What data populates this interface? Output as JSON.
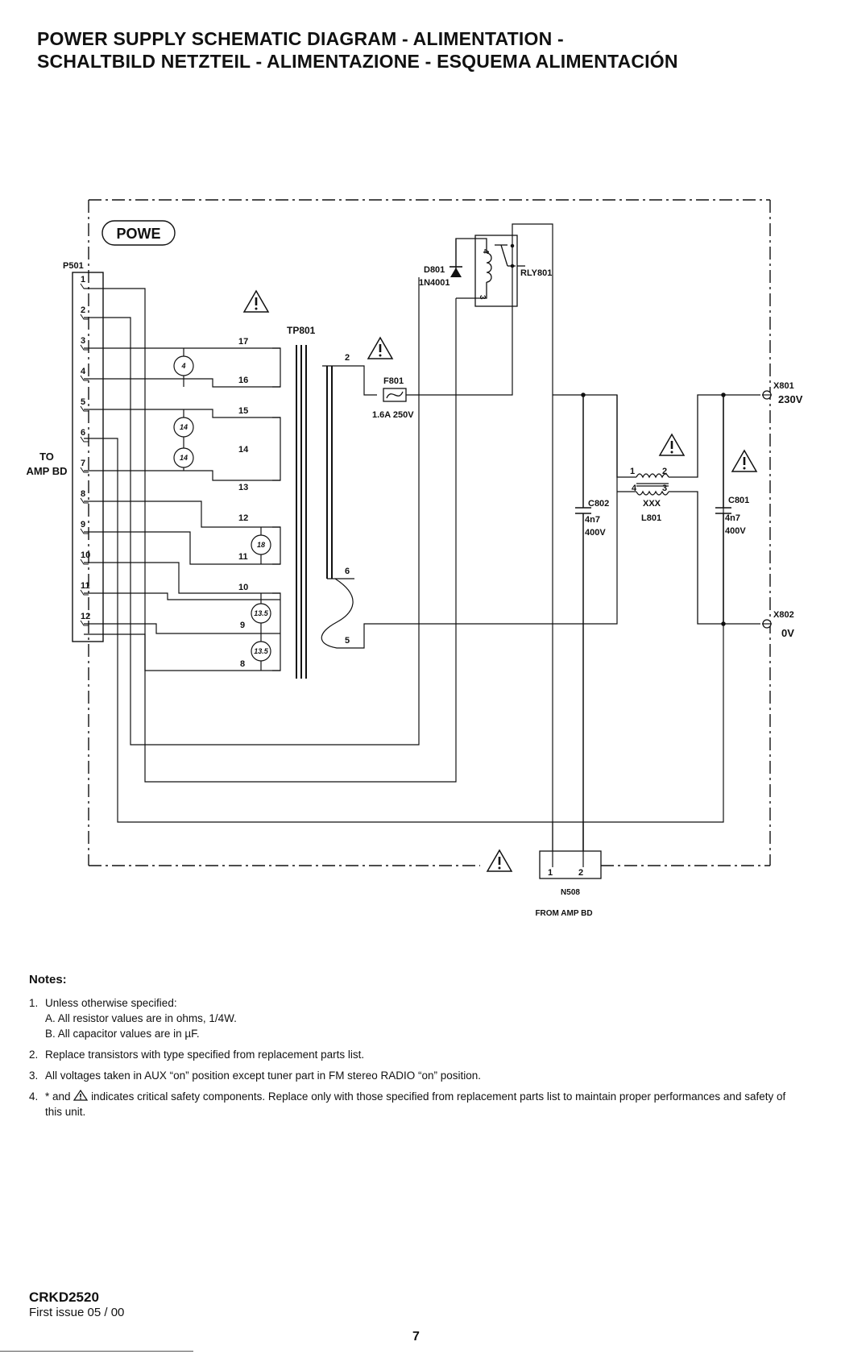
{
  "title_line1": "POWER SUPPLY SCHEMATIC DIAGRAM - ALIMENTATION -",
  "title_line2": "SCHALTBILD NETZTEIL - ALIMENTAZIONE - ESQUEMA ALIMENTACIÓN",
  "board_label": "POWE",
  "connector_p501": {
    "ref": "P501",
    "pins": [
      "1",
      "2",
      "3",
      "4",
      "5",
      "6",
      "7",
      "8",
      "9",
      "10",
      "11",
      "12"
    ],
    "destination_line1": "TO",
    "destination_line2": "AMP BD"
  },
  "transformer": {
    "ref": "TP801",
    "secondary_pins": [
      "17",
      "16",
      "15",
      "14",
      "13",
      "12",
      "11",
      "10",
      "9",
      "8"
    ],
    "primary_pins": [
      "2",
      "6",
      "5"
    ]
  },
  "secondary_voltages": [
    "4",
    "14",
    "14",
    "18",
    "13.5",
    "13.5"
  ],
  "diode": {
    "ref": "D801",
    "part": "1N4001"
  },
  "relay": {
    "ref": "RLY801",
    "pins": [
      "4",
      "3"
    ]
  },
  "fuse": {
    "ref": "F801",
    "rating": "1.6A 250V"
  },
  "capacitor_c802": {
    "ref": "C802",
    "value": "4n7",
    "voltage": "400V"
  },
  "capacitor_c801": {
    "ref": "C801",
    "value": "4n7",
    "voltage": "400V"
  },
  "inductor_l801": {
    "ref": "L801",
    "value": "XXX",
    "pins": [
      "1",
      "2",
      "3",
      "4"
    ]
  },
  "mains_x801": {
    "ref": "X801",
    "voltage": "230V"
  },
  "mains_x802": {
    "ref": "X802",
    "voltage": "0V"
  },
  "connector_n508": {
    "ref": "N508",
    "pins": [
      "1",
      "2"
    ],
    "source": "FROM AMP BD"
  },
  "notes": {
    "title": "Notes:",
    "items": [
      {
        "num": "1.",
        "text": "Unless otherwise specified:",
        "sub_a": "A. All resistor values are in ohms, 1/4W.",
        "sub_b": "B. All capacitor values are in µF."
      },
      {
        "num": "2.",
        "text": "Replace transistors with type specified from replacement parts list."
      },
      {
        "num": "3.",
        "text": "All voltages taken in AUX “on” position except tuner part in FM stereo RADIO “on” position."
      },
      {
        "num": "4.",
        "text_before": "* and",
        "text_after": "indicates critical safety components. Replace only with those specified from replacement parts list to maintain proper performances and safety of this unit."
      }
    ]
  },
  "footer": {
    "model": "CRKD2520",
    "issue": "First issue 05 / 00",
    "page": "7"
  },
  "colors": {
    "ink": "#111111",
    "paper": "#ffffff"
  }
}
